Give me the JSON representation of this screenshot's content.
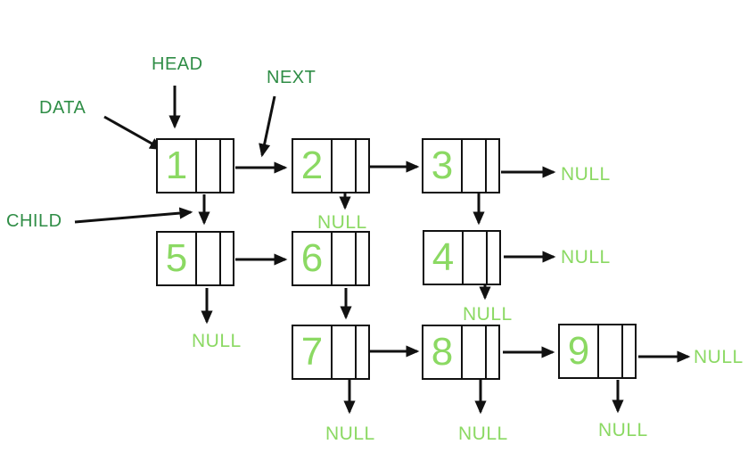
{
  "diagram_type": "multilevel-linked-list",
  "colors": {
    "label_green": "#2F8D46",
    "value_green": "#8BD963",
    "line_black": "#111111",
    "background": "#ffffff"
  },
  "pointer_labels": {
    "head": "HEAD",
    "next": "NEXT",
    "data": "DATA",
    "child": "CHILD"
  },
  "nodes": [
    {
      "id": "node-1",
      "value": "1"
    },
    {
      "id": "node-2",
      "value": "2"
    },
    {
      "id": "node-3",
      "value": "3"
    },
    {
      "id": "node-5",
      "value": "5"
    },
    {
      "id": "node-6",
      "value": "6"
    },
    {
      "id": "node-4",
      "value": "4"
    },
    {
      "id": "node-7",
      "value": "7"
    },
    {
      "id": "node-8",
      "value": "8"
    },
    {
      "id": "node-9",
      "value": "9"
    }
  ],
  "nulls": [
    {
      "id": "null-next-of-3",
      "label": "NULL"
    },
    {
      "id": "null-next-of-4",
      "label": "NULL"
    },
    {
      "id": "null-next-of-9",
      "label": "NULL"
    },
    {
      "id": "null-child-of-2",
      "label": "NULL"
    },
    {
      "id": "null-child-of-5",
      "label": "NULL"
    },
    {
      "id": "null-child-of-4",
      "label": "NULL"
    },
    {
      "id": "null-child-of-7",
      "label": "NULL"
    },
    {
      "id": "null-child-of-8",
      "label": "NULL"
    },
    {
      "id": "null-child-of-9",
      "label": "NULL"
    }
  ],
  "edges": {
    "next": [
      "1->2",
      "2->3",
      "3->NULL",
      "5->6",
      "4->NULL",
      "7->8",
      "8->9",
      "9->NULL"
    ],
    "child": [
      "1->5",
      "2->NULL",
      "3->4",
      "5->NULL",
      "6->7",
      "4->NULL",
      "7->NULL",
      "8->NULL",
      "9->NULL"
    ]
  }
}
